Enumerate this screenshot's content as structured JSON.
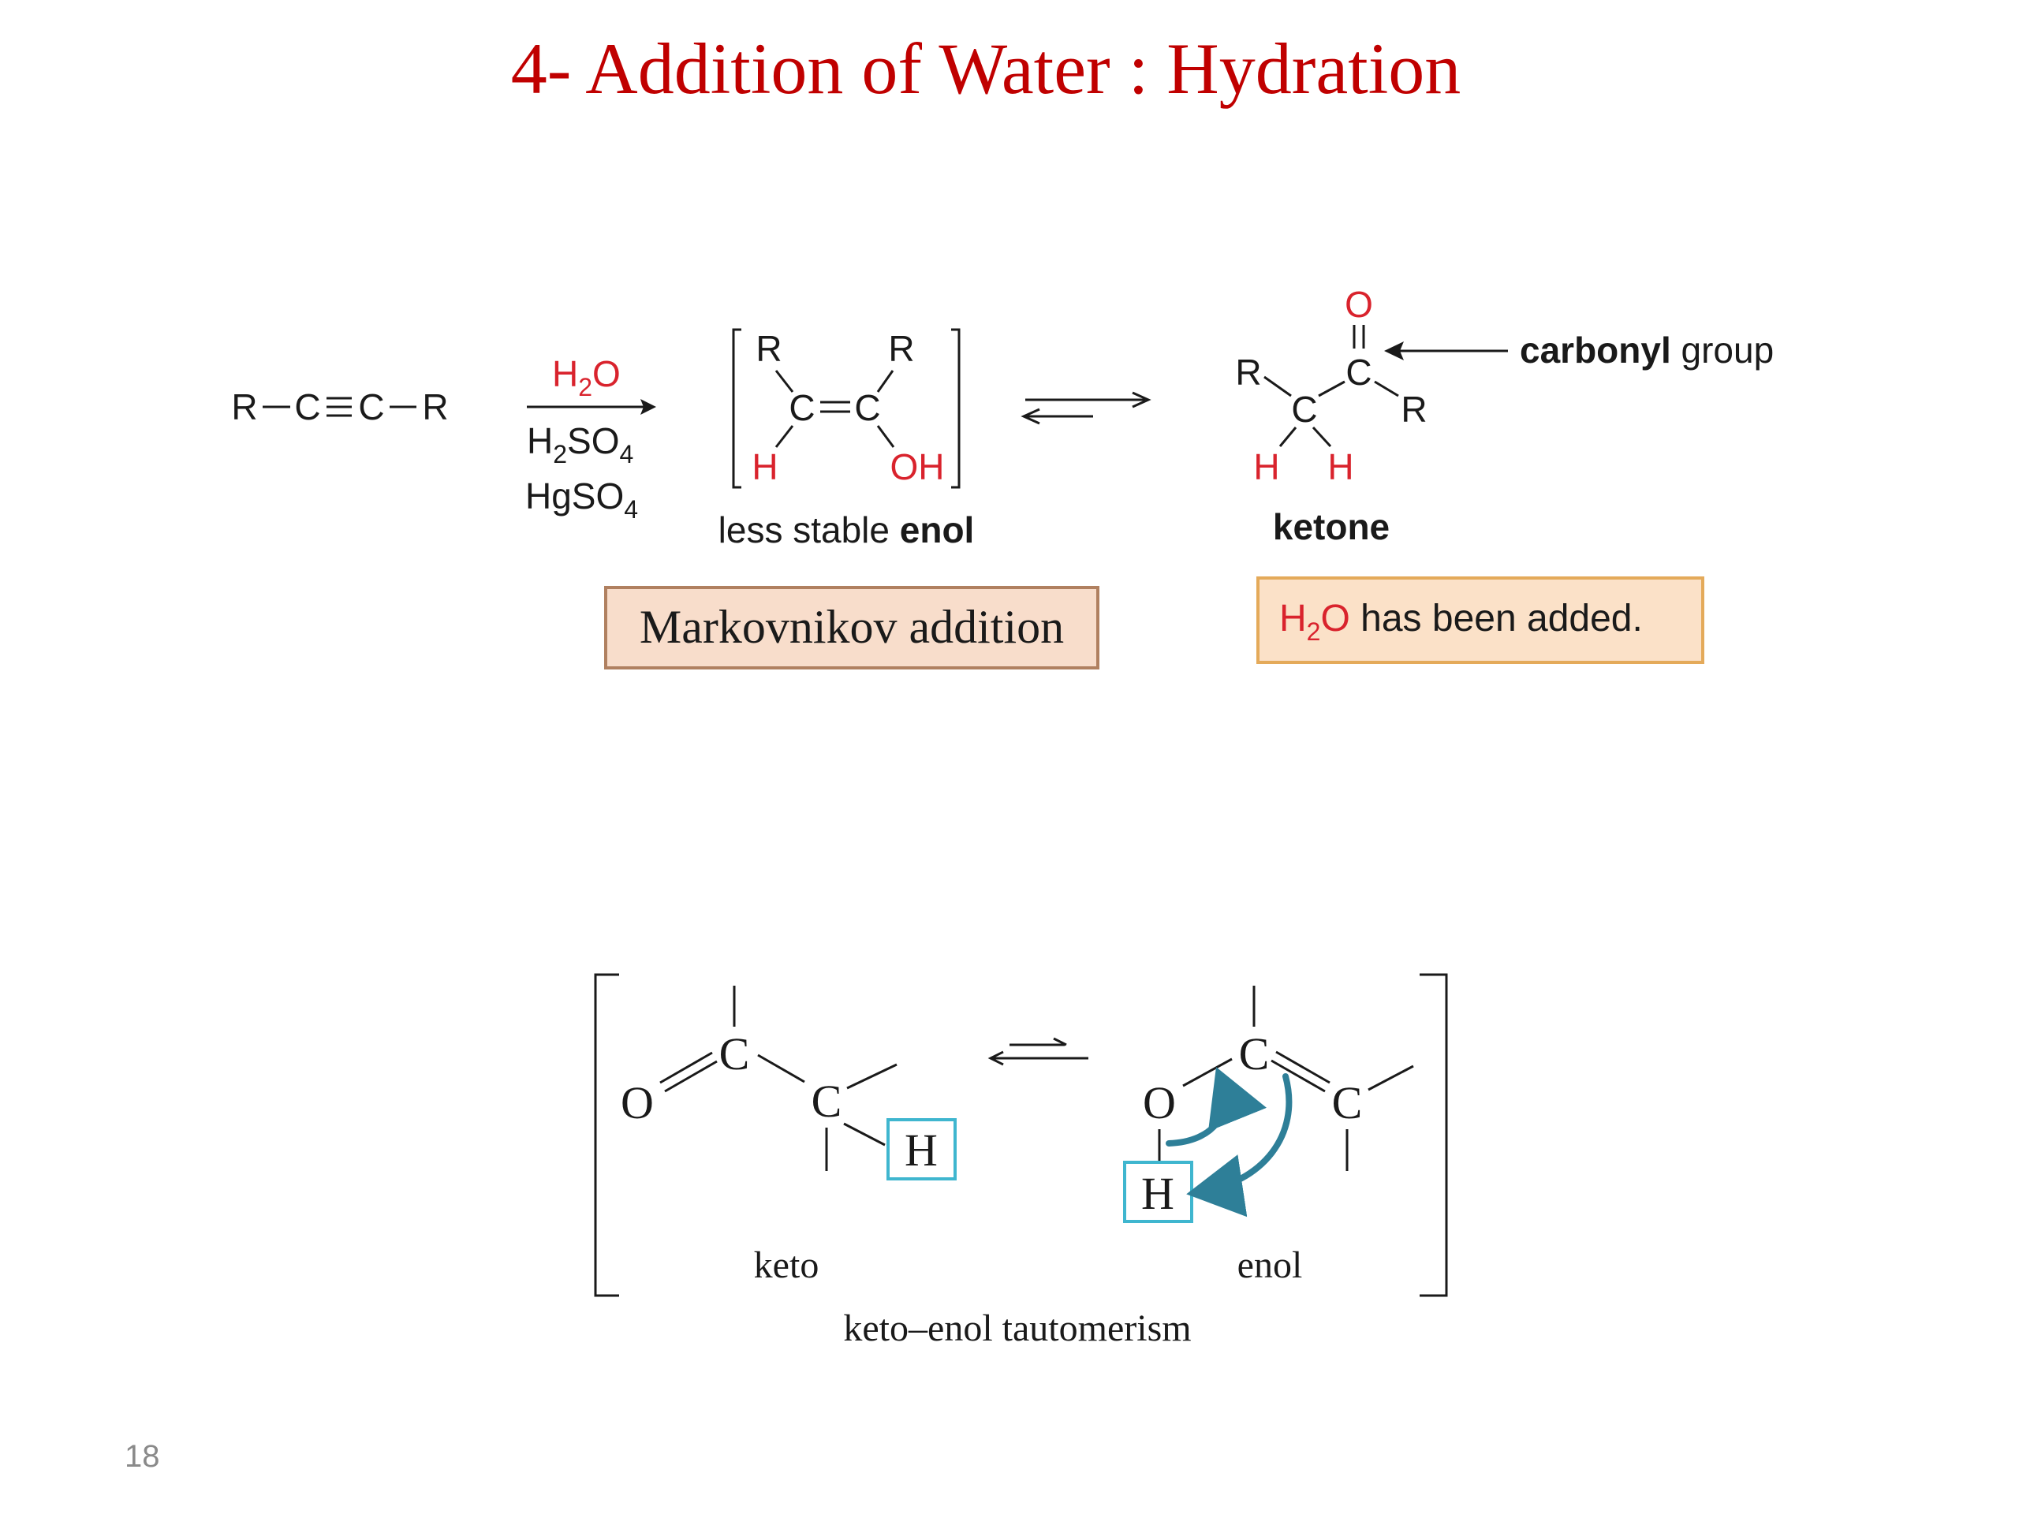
{
  "slide": {
    "title": "4- Addition of Water : Hydration",
    "page_number": "18"
  },
  "colors": {
    "title_red": "#c00000",
    "atom_red": "#d9232d",
    "markov_box_fill": "#f8ddcb",
    "markov_box_border": "#b08060",
    "added_box_fill": "#fbe1c8",
    "added_box_border": "#e4aa5a",
    "teal": "#3fb6cf",
    "arrow_teal": "#2e7f98"
  },
  "reaction1": {
    "alkyne": {
      "r_left": "R",
      "c1": "C",
      "c2": "C",
      "r_right": "R"
    },
    "reagents": {
      "h": "H",
      "two": "2",
      "o": "O",
      "h2so4_main": "H",
      "h2so4_sub2": "2",
      "h2so4_so": "SO",
      "h2so4_sub4": "4",
      "hgso4_main": "HgSO",
      "hgso4_sub4": "4"
    },
    "enol": {
      "r_top_left": "R",
      "r_top_right": "R",
      "c_left": "C",
      "c_right": "C",
      "h": "H",
      "oh": "OH",
      "caption_plain": "less stable ",
      "caption_bold": "enol"
    },
    "ketone": {
      "o": "O",
      "c_carbonyl": "C",
      "r_left": "R",
      "c_alpha": "C",
      "r_right": "R",
      "h_left": "H",
      "h_right": "H",
      "caption": "ketone"
    },
    "carbonyl_label_bold": "carbonyl",
    "carbonyl_label_plain": " group",
    "markovnikov_box": "Markovnikov addition",
    "added_box": {
      "h": "H",
      "two": "2",
      "o": "O",
      "rest": " has been added."
    }
  },
  "tautomerism": {
    "keto": {
      "o": "O",
      "c1": "C",
      "c2": "C",
      "h": "H",
      "label": "keto"
    },
    "enol": {
      "o": "O",
      "c1": "C",
      "c2": "C",
      "h": "H",
      "label": "enol"
    },
    "caption": "keto–enol tautomerism"
  }
}
